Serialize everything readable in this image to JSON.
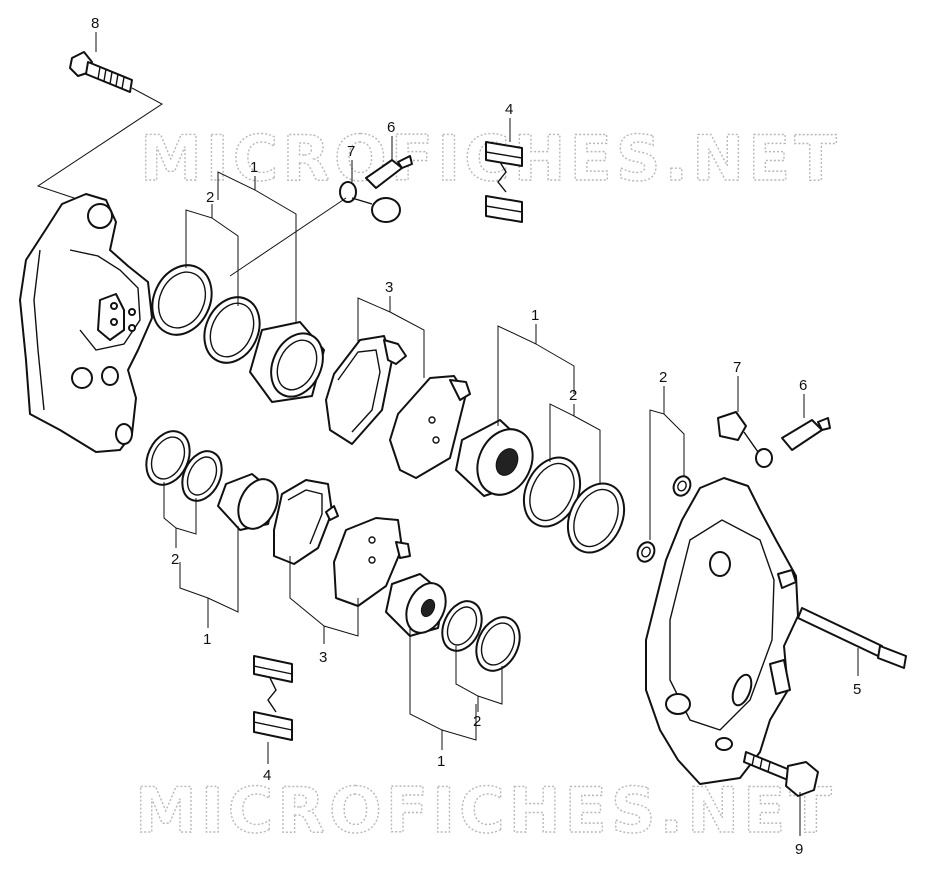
{
  "watermark": {
    "top_text": "MICROFICHES.NET",
    "bottom_text": "MICROFICHES.NET"
  },
  "callouts": {
    "bolt_top_left": "8",
    "seal_set_upper_left": "1",
    "seal_upper_left": "2",
    "bleeder_cap_upper": "7",
    "bleeder_screw_upper": "6",
    "pad_shim_upper": "4",
    "pad_set_upper": "3",
    "piston_set_center": "1",
    "seal_center": "2",
    "washer_right": "2",
    "bleeder_cap_right": "7",
    "bleeder_screw_right": "6",
    "seal_lower_left": "2",
    "piston_set_lower_left": "1",
    "pad_set_lower": "3",
    "pad_shim_lower": "4",
    "seal_lower_center": "2",
    "piston_set_lower_center": "1",
    "pad_pin": "5",
    "bolt_bottom_right": "9"
  },
  "colors": {
    "line": "#111111",
    "watermark": "#b9b9b9",
    "background": "#ffffff"
  }
}
